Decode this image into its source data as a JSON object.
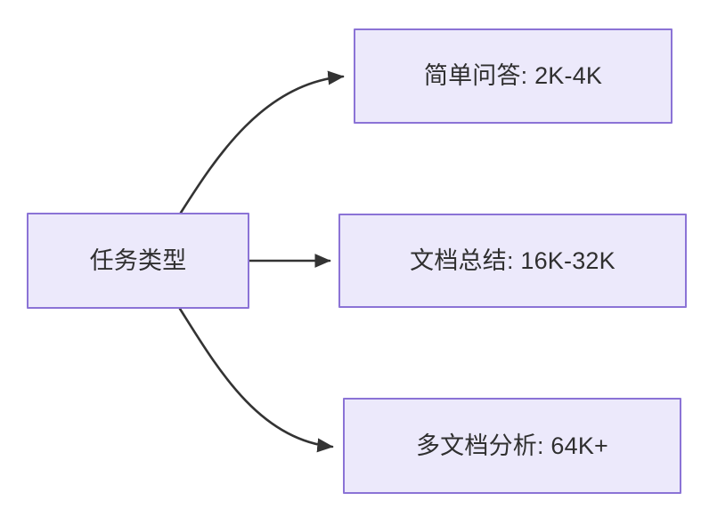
{
  "diagram": {
    "type": "flowchart",
    "direction": "left-to-right",
    "background_color": "#ffffff",
    "node_fill_color": "#ece9fb",
    "node_border_color": "#8b73d6",
    "node_text_color": "#2f2f2f",
    "edge_color": "#333333",
    "nodes": [
      {
        "id": "root",
        "label": "任务类型"
      },
      {
        "id": "simple_qa",
        "label": "简单问答: 2K-4K"
      },
      {
        "id": "doc_sum",
        "label": "文档总结: 16K-32K"
      },
      {
        "id": "multi_doc",
        "label": "多文档分析: 64K+"
      }
    ],
    "edges": [
      {
        "from": "root",
        "to": "simple_qa",
        "style": "curved",
        "arrow": "end"
      },
      {
        "from": "root",
        "to": "doc_sum",
        "style": "straight",
        "arrow": "end"
      },
      {
        "from": "root",
        "to": "multi_doc",
        "style": "curved",
        "arrow": "end"
      }
    ]
  }
}
